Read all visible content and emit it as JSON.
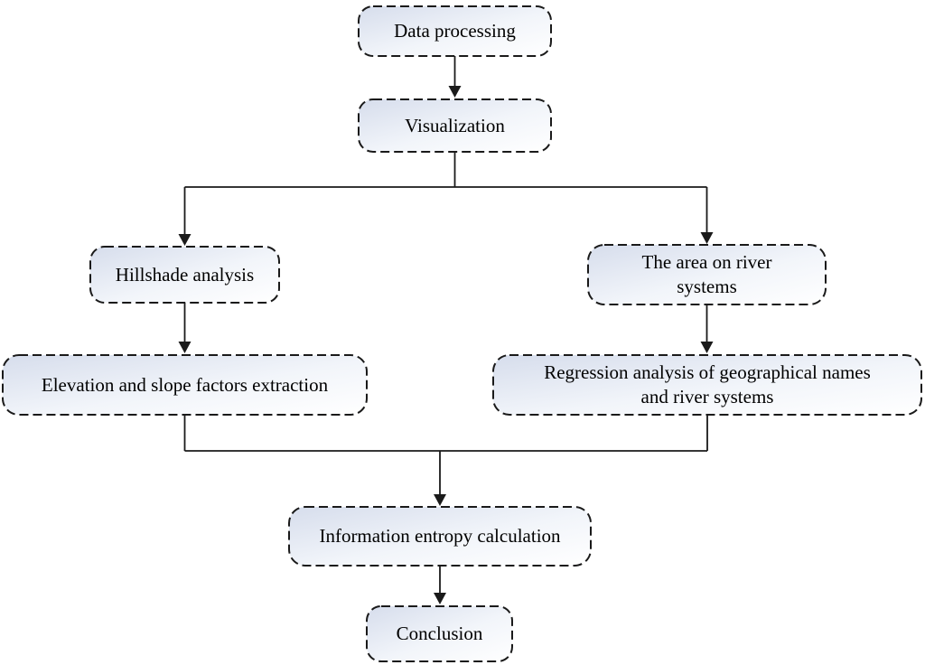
{
  "diagram": {
    "type": "flowchart",
    "nodes": [
      {
        "id": "data-processing",
        "label": "Data processing"
      },
      {
        "id": "visualization",
        "label": "Visualization"
      },
      {
        "id": "hillshade-analysis",
        "label": "Hillshade analysis"
      },
      {
        "id": "area-on-river-systems",
        "label": "The area on river\nsystems"
      },
      {
        "id": "elevation-slope-extraction",
        "label": "Elevation and slope factors extraction"
      },
      {
        "id": "regression-analysis",
        "label": "Regression analysis of geographical names\nand river systems"
      },
      {
        "id": "information-entropy",
        "label": "Information entropy calculation"
      },
      {
        "id": "conclusion",
        "label": "Conclusion"
      }
    ],
    "edges": [
      {
        "from": "data-processing",
        "to": "visualization"
      },
      {
        "from": "visualization",
        "to": "hillshade-analysis"
      },
      {
        "from": "visualization",
        "to": "area-on-river-systems"
      },
      {
        "from": "hillshade-analysis",
        "to": "elevation-slope-extraction"
      },
      {
        "from": "area-on-river-systems",
        "to": "regression-analysis"
      },
      {
        "from": "elevation-slope-extraction",
        "to": "information-entropy"
      },
      {
        "from": "regression-analysis",
        "to": "information-entropy"
      },
      {
        "from": "information-entropy",
        "to": "conclusion"
      }
    ],
    "style": {
      "border_color": "#1a1a1a",
      "line_color": "#1a1a1a",
      "text_color": "#000000",
      "fill_gradient_start": "#d6ddec",
      "fill_gradient_end": "#ffffff",
      "background": "#ffffff",
      "border_style": "dashed-rounded"
    }
  }
}
